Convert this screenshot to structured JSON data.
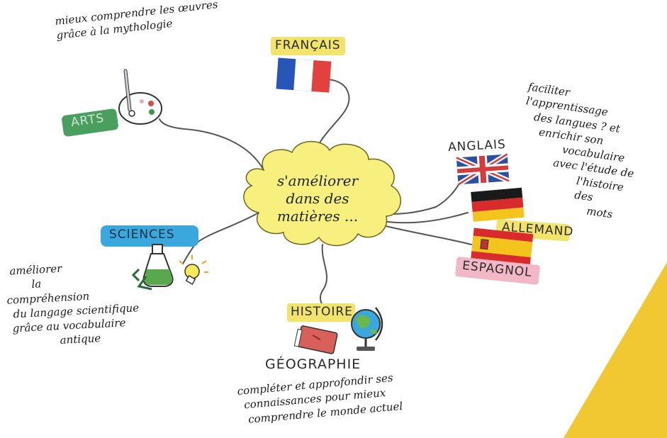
{
  "center": {
    "line1": "s'améliorer",
    "line2": "dans des",
    "line3": "matières ..."
  },
  "branches": {
    "arts": {
      "label": "ARTS",
      "note": [
        "mieux comprendre les œuvres",
        "grâce à la mythologie"
      ],
      "color": "#4a9e5e"
    },
    "francais": {
      "label": "FRANÇAIS",
      "color": "#f2e36a"
    },
    "langues": {
      "labels": [
        "ANGLAIS",
        "ALLEMAND",
        "ESPAGNOL"
      ],
      "label_colors": [
        "#ffffff",
        "#f2e36a",
        "#f2b8c6"
      ],
      "note": [
        "faciliter l'apprentissage",
        "des langues ? et",
        "enrichir son",
        "vocabulaire",
        "avec l'étude de",
        "l'histoire des",
        "mots"
      ]
    },
    "sciences": {
      "label": "SCIENCES",
      "note": [
        "améliorer",
        "la",
        "compréhension",
        "du langage scientifique",
        "grâce au vocabulaire",
        "antique"
      ],
      "color": "#3aa8dc"
    },
    "histoire_geo": {
      "label1": "HISTOIRE",
      "label2": "GÉOGRAPHIE",
      "note": [
        "compléter et approfondir ses",
        "connaissances pour mieux",
        "comprendre le monde actuel"
      ],
      "color": "#f2e36a"
    }
  },
  "colors": {
    "cloud": "#f7ef7e",
    "cloud_outline": "#6b6620",
    "branch_line": "#555555",
    "corner_accent": "#f2c832"
  },
  "icons": [
    "paint-palette-icon",
    "france-flag-icon",
    "uk-flag-icon",
    "germany-flag-icon",
    "spain-flag-icon",
    "flask-icon",
    "light-bulb-icon",
    "book-icon",
    "globe-icon"
  ]
}
